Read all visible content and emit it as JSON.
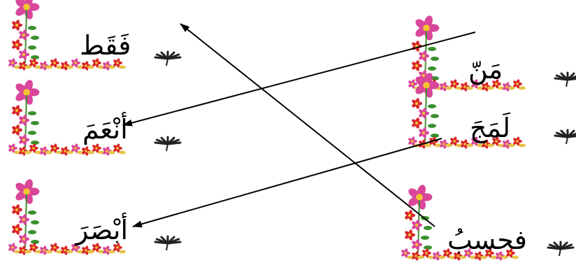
{
  "left_column": [
    {
      "word": "فَقَط"
    },
    {
      "word": "أنْعَمَ"
    },
    {
      "word": "أبْصَرَ"
    }
  ],
  "right_column": [
    {
      "word": "مَنّ"
    },
    {
      "word": "لَمَجَ"
    },
    {
      "word": "فحسبُ"
    }
  ],
  "connections": [
    {
      "from": "مَنّ",
      "to": "أنْعَمَ"
    },
    {
      "from": "لَمَجَ",
      "to": "أبْصَرَ"
    },
    {
      "from": "فحسبُ",
      "to": "فَقَط"
    }
  ],
  "colors": {
    "line": "#000000",
    "flower_pink": "#d9469a",
    "flower_red": "#d8262a",
    "leaf_green": "#3a8f2d",
    "palm": "#222222"
  }
}
